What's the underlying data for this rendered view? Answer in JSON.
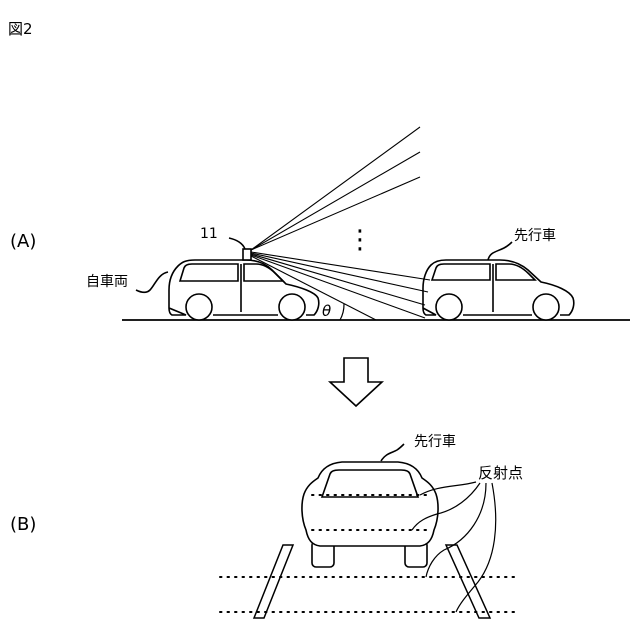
{
  "figure": {
    "label": "図2"
  },
  "panel_a": {
    "label": "(A)",
    "sensor_ref": "11",
    "own_vehicle_label": "自車両",
    "leading_vehicle_label": "先行車",
    "angle_symbol": "θ",
    "continuation_mark": "⋮"
  },
  "panel_b": {
    "label": "(B)",
    "leading_vehicle_label": "先行車",
    "reflection_points_label": "反射点"
  }
}
